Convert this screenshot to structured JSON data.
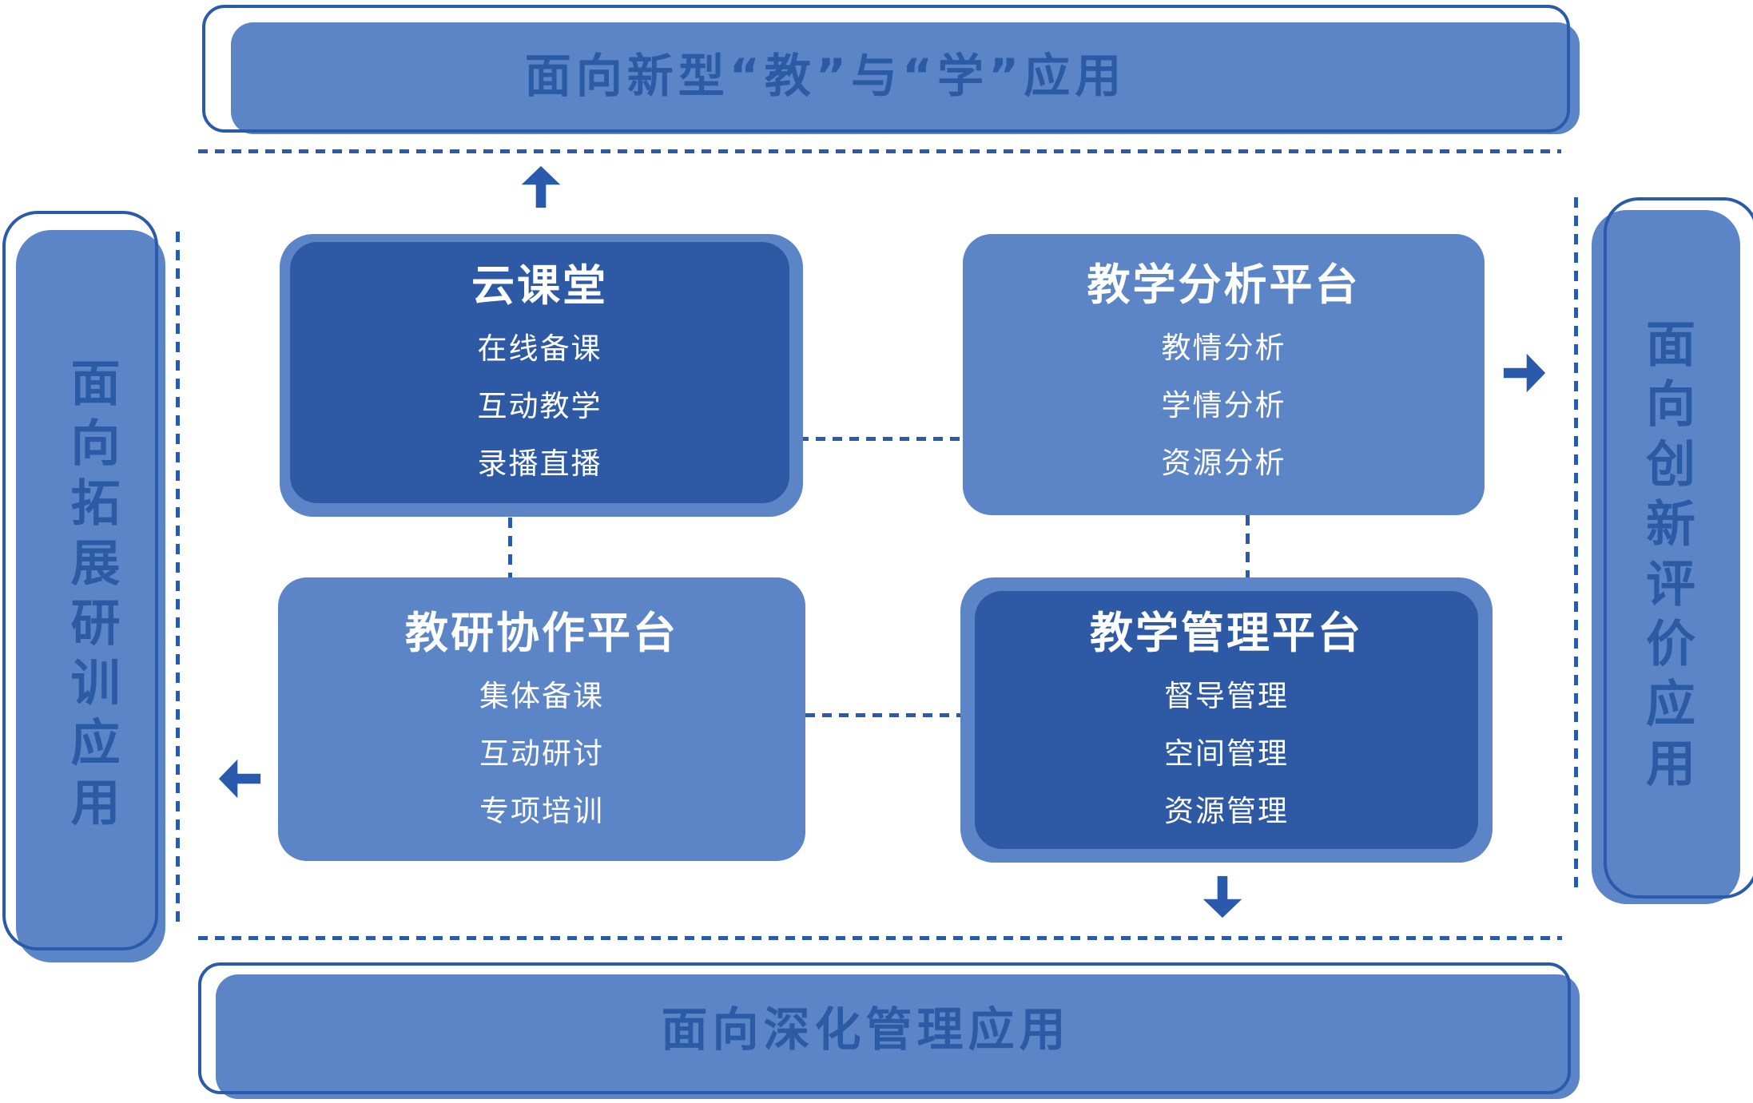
{
  "colors": {
    "light_blue": "#5b85c7",
    "dark_blue": "#2e5aa5",
    "stroke_blue": "#2a5aac",
    "banner_text": "#2c5ba6",
    "box_text": "#ffffff"
  },
  "banners": {
    "top": {
      "label": "面向新型“教”与“学”应用"
    },
    "bottom": {
      "label": "面向深化管理应用"
    },
    "left": {
      "label": "面向拓展研训应用"
    },
    "right": {
      "label": "面向创新评价应用"
    }
  },
  "boxes": [
    {
      "title": "云课堂",
      "variant": "dark",
      "items": [
        "在线备课",
        "互动教学",
        "录播直播"
      ]
    },
    {
      "title": "教学分析平台",
      "variant": "light",
      "items": [
        "教情分析",
        "学情分析",
        "资源分析"
      ]
    },
    {
      "title": "教研协作平台",
      "variant": "light",
      "items": [
        "集体备课",
        "互动研讨",
        "专项培训"
      ]
    },
    {
      "title": "教学管理平台",
      "variant": "dark",
      "items": [
        "督导管理",
        "空间管理",
        "资源管理"
      ]
    }
  ],
  "arrows": [
    {
      "direction": "up"
    },
    {
      "direction": "right"
    },
    {
      "direction": "left"
    },
    {
      "direction": "down"
    }
  ]
}
